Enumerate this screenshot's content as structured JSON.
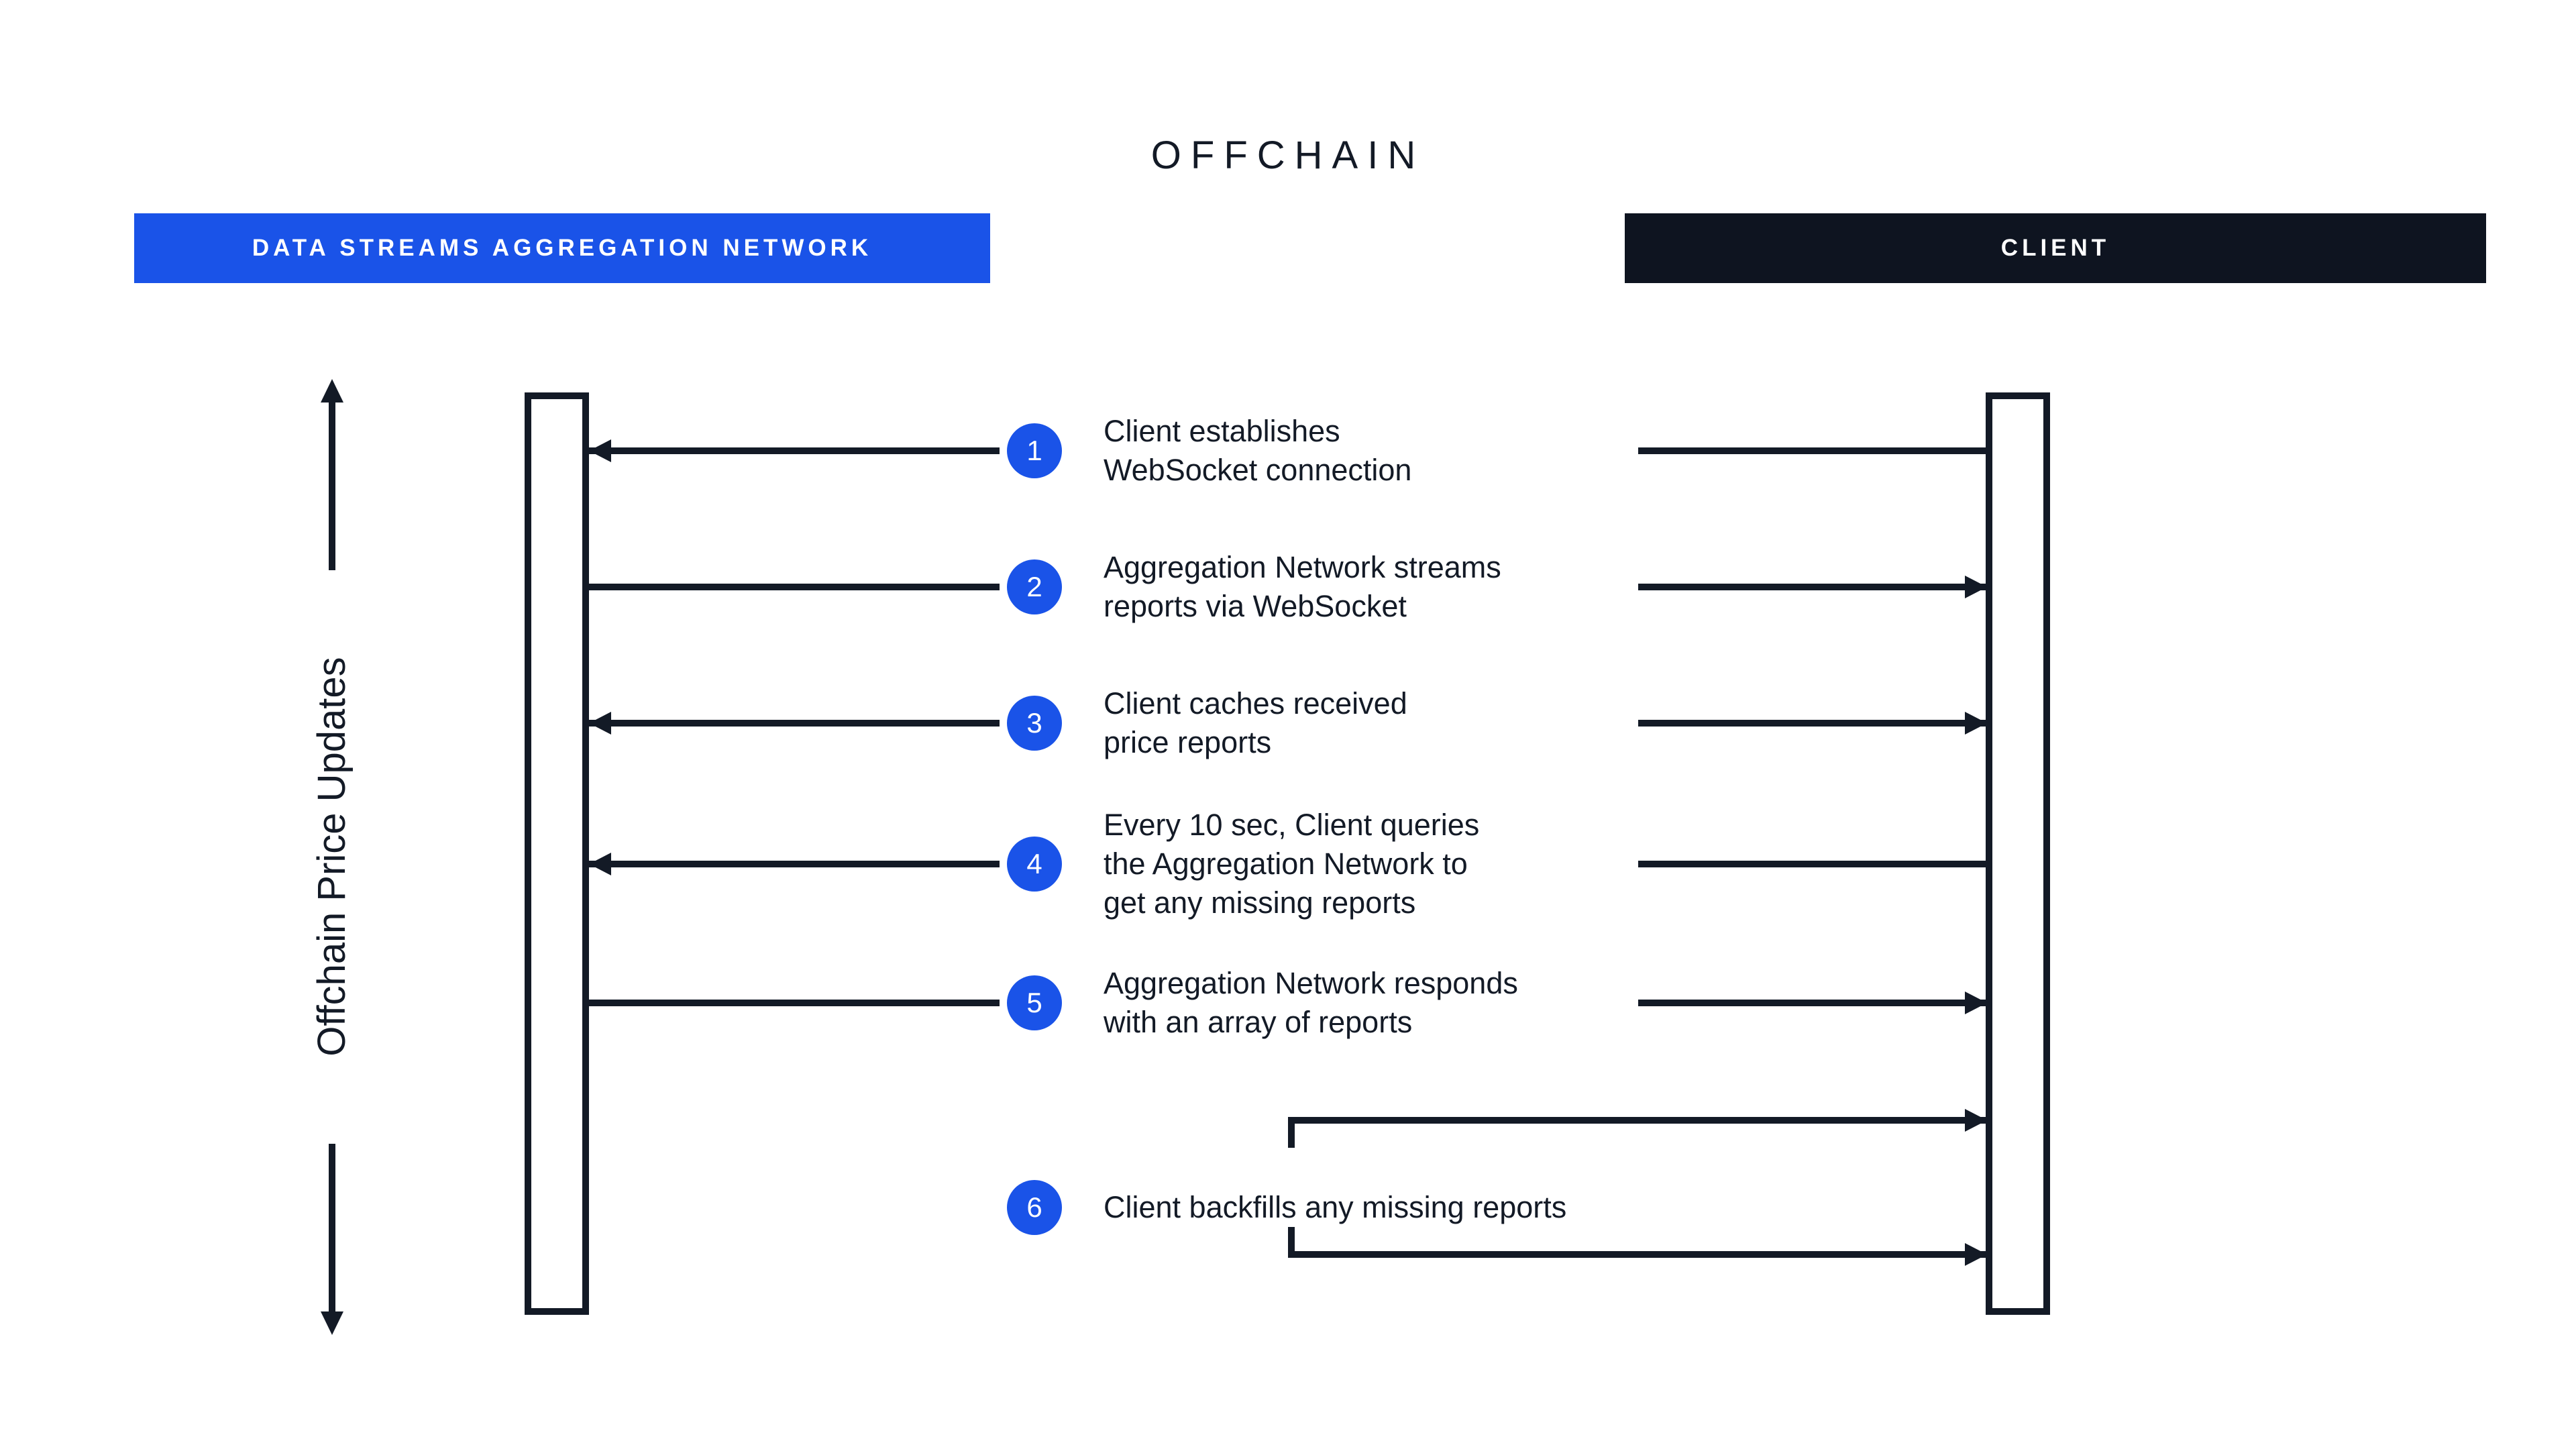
{
  "title": "OFFCHAIN",
  "participants": {
    "left": {
      "label": "DATA STREAMS AGGREGATION NETWORK"
    },
    "right": {
      "label": "CLIENT"
    }
  },
  "axis": {
    "label": "Offchain Price Updates"
  },
  "steps": [
    {
      "num": "1",
      "text": "Client establishes\nWebSocket connection",
      "direction": "client-to-network",
      "left_end": "arrowhead",
      "right_end": "flush"
    },
    {
      "num": "2",
      "text": "Aggregation Network streams\nreports via WebSocket",
      "direction": "network-to-client",
      "left_end": "flush",
      "right_end": "arrowhead"
    },
    {
      "num": "3",
      "text": "Client caches received\nprice reports",
      "direction": "both",
      "left_end": "arrowhead",
      "right_end": "arrowhead"
    },
    {
      "num": "4",
      "text": "Every 10 sec, Client queries\nthe Aggregation Network to\nget any missing reports",
      "direction": "client-to-network",
      "left_end": "arrowhead",
      "right_end": "flush"
    },
    {
      "num": "5",
      "text": "Aggregation Network responds\nwith an array of reports",
      "direction": "network-to-client",
      "left_end": "flush",
      "right_end": "arrowhead"
    },
    {
      "num": "6",
      "text": "Client backfills any missing reports",
      "direction": "client-self-loop",
      "right_end": "arrowhead"
    }
  ],
  "colors": {
    "blue": "#1A53E8",
    "dark": "#0E1420",
    "ink": "#131A26",
    "bg": "#FFFFFF"
  }
}
